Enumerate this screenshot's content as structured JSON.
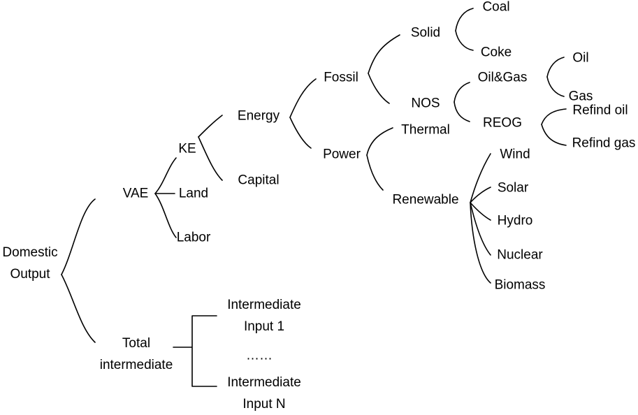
{
  "nodes": {
    "domestic_output": [
      "Domestic",
      "Output"
    ],
    "vae": "VAE",
    "total_intermediate": [
      "Total",
      "intermediate"
    ],
    "ke": "KE",
    "land": "Land",
    "labor": "Labor",
    "energy": "Energy",
    "capital": "Capital",
    "fossil": "Fossil",
    "power": "Power",
    "solid": "Solid",
    "nos": "NOS",
    "coal": "Coal",
    "coke": "Coke",
    "oil_gas": "Oil&Gas",
    "reog": "REOG",
    "oil": "Oil",
    "gas": "Gas",
    "refind_oil": "Refind oil",
    "refind_gas": "Refind gas",
    "thermal": "Thermal",
    "renewable": "Renewable",
    "wind": "Wind",
    "solar": "Solar",
    "hydro": "Hydro",
    "nuclear": "Nuclear",
    "biomass": "Biomass",
    "intermediate_input_1": [
      "Intermediate",
      "Input 1"
    ],
    "ellipsis": "……",
    "intermediate_input_n": [
      "Intermediate",
      "Input N"
    ]
  }
}
